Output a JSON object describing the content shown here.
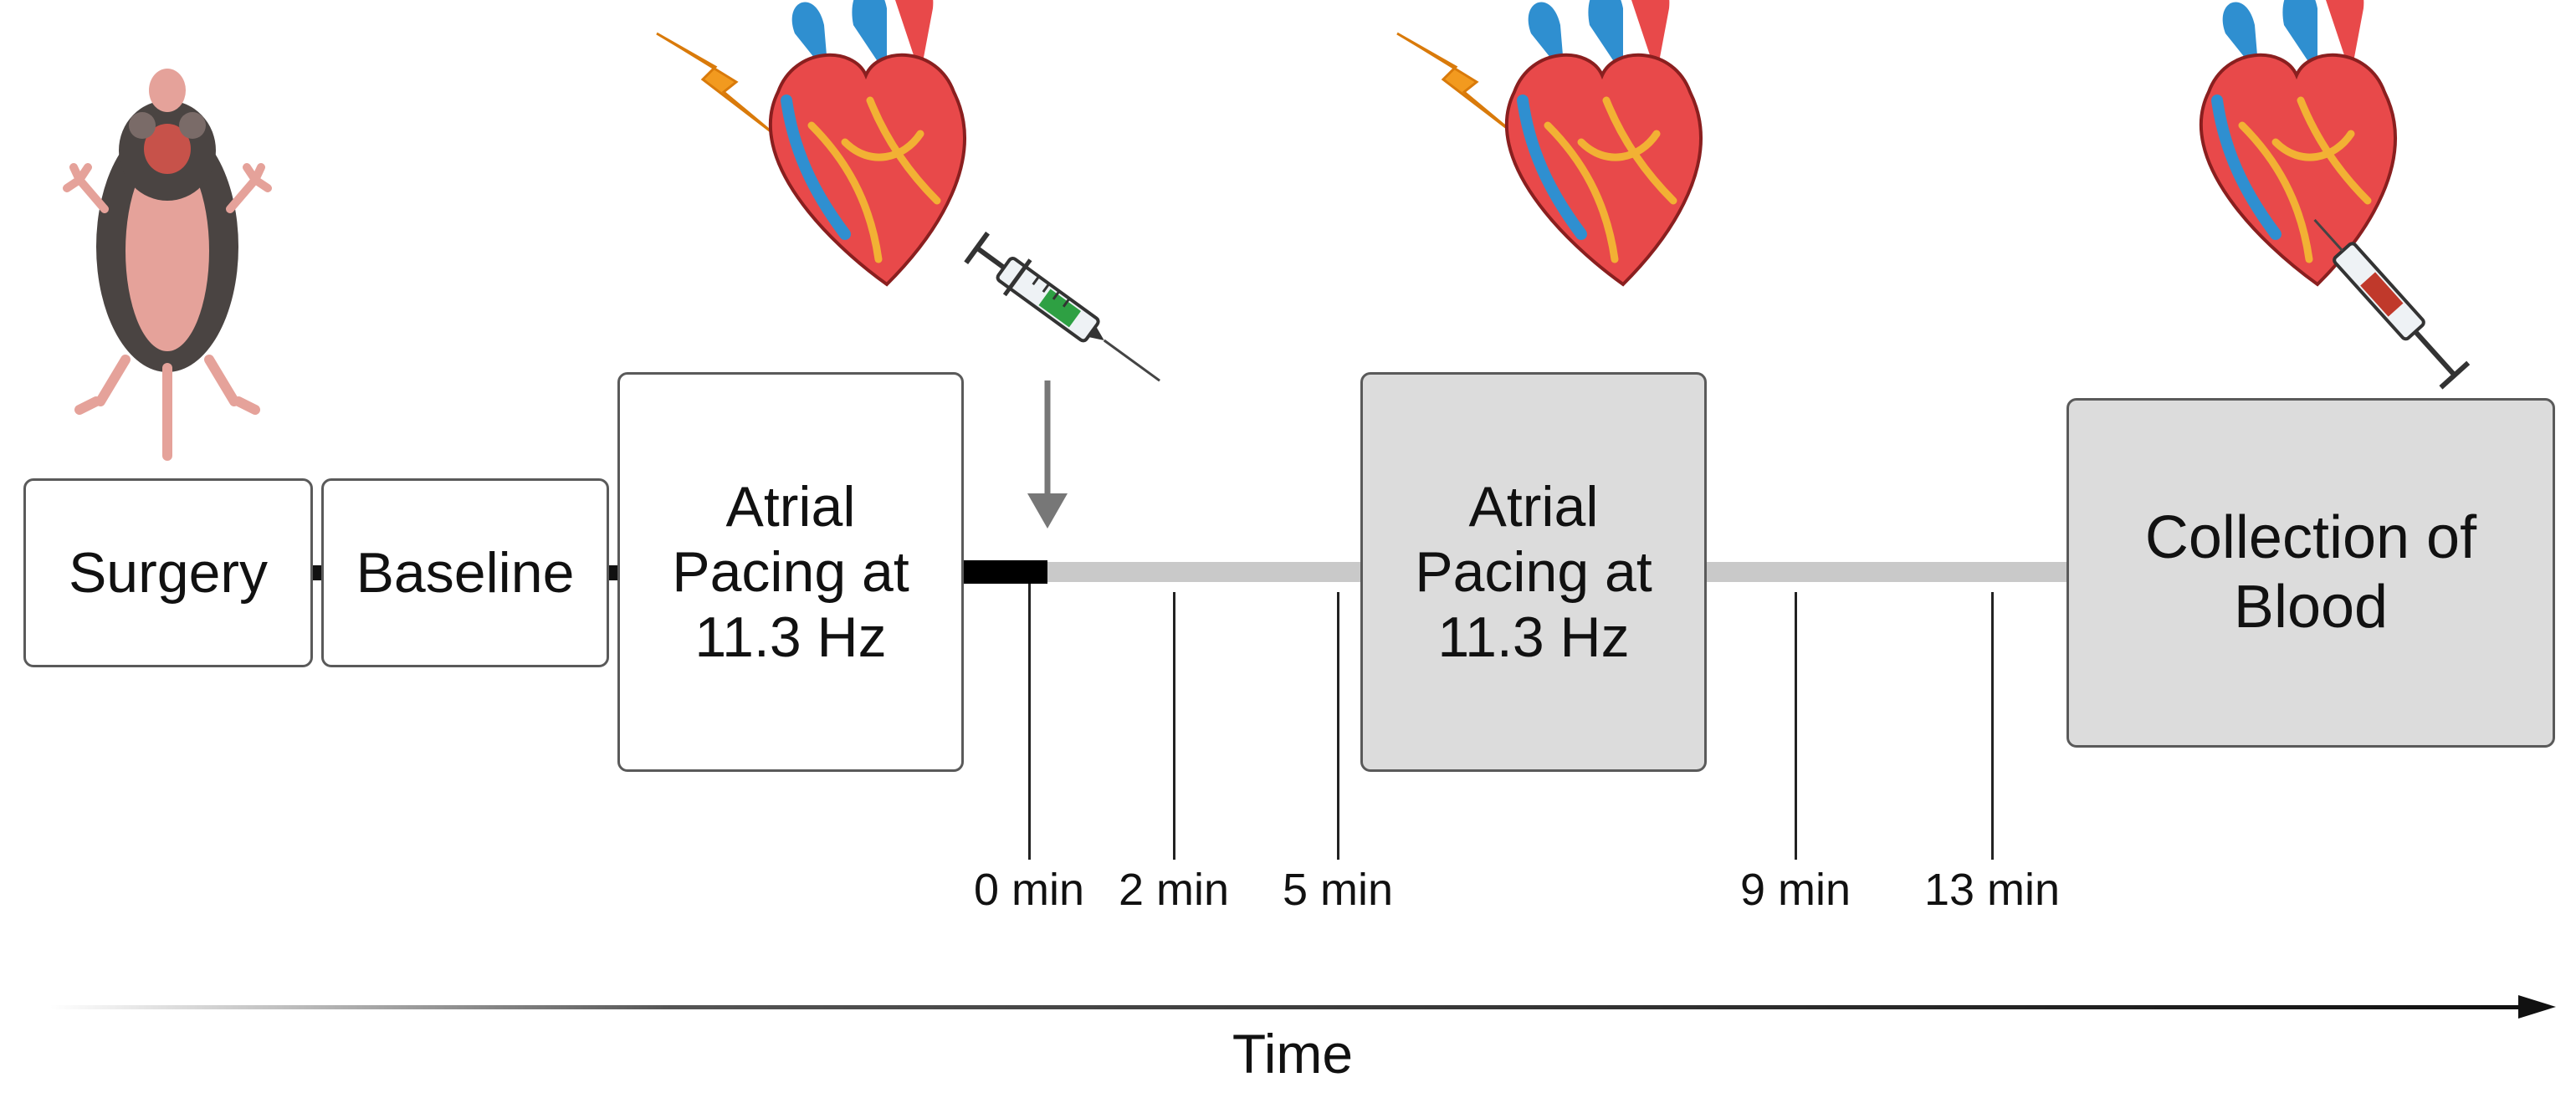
{
  "steps": [
    {
      "label": "Surgery"
    },
    {
      "label": "Baseline"
    },
    {
      "label": "Atrial\nPacing at\n11.3 Hz"
    },
    {
      "label": "Atrial\nPacing at\n11.3 Hz"
    },
    {
      "label": "Collection of\nBlood"
    }
  ],
  "ticks": [
    "0 min",
    "2 min",
    "5 min",
    "9 min",
    "13 min"
  ],
  "axis": {
    "label": "Time"
  },
  "colors": {
    "box_white": "#ffffff",
    "box_grey": "#dcdcdc",
    "timeline_grey": "#c9c9c9",
    "heart_red": "#e8494a",
    "heart_blue": "#2f8fd0",
    "bolt_orange": "#f29a1f",
    "syringe_green": "#2ea043",
    "syringe_red": "#c0392b"
  },
  "icons": [
    "mouse-icon",
    "heart-icon",
    "lightning-bolt-icon",
    "syringe-icon",
    "arrow-down-icon"
  ]
}
